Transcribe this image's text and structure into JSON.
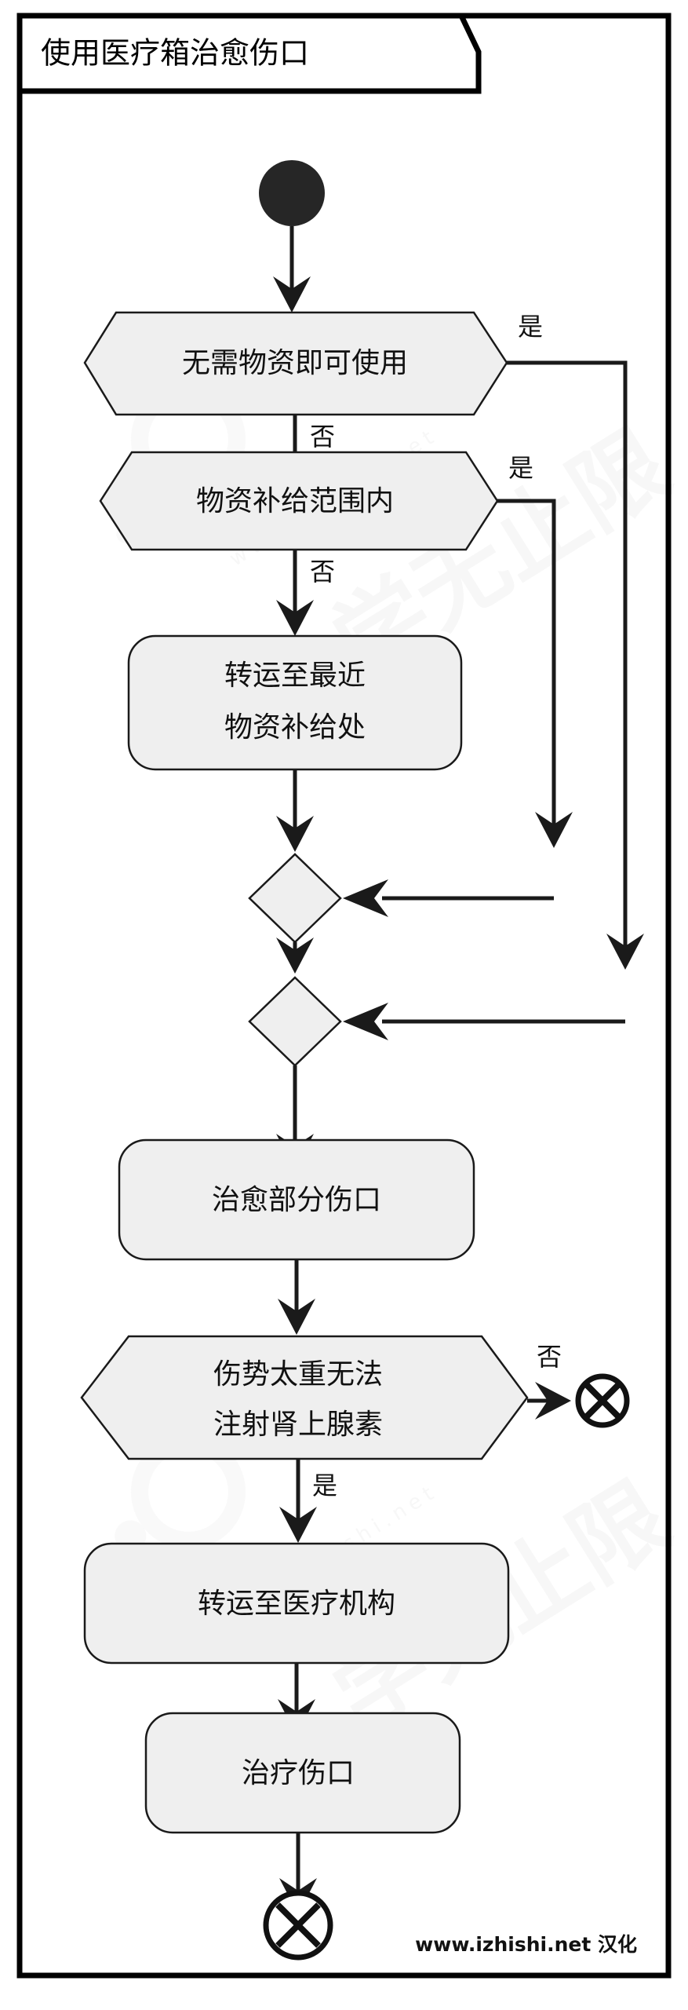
{
  "diagram": {
    "title": "使用医疗箱治愈伤口",
    "footer": "www.izhishi.net 汉化",
    "colors": {
      "shape_fill": "#efefef",
      "stroke": "#1a1a1a",
      "frame": "#000000",
      "start_dot": "#262626",
      "background": "#ffffff"
    },
    "labels": {
      "yes": "是",
      "no": "否"
    },
    "nodes": {
      "start": {
        "kind": "start-node",
        "label": ""
      },
      "d1": {
        "kind": "decision",
        "label": "无需物资即可使用"
      },
      "d2": {
        "kind": "decision",
        "label": "物资补给范围内"
      },
      "p1_line1": "转运至最近",
      "p1_line2": "物资补给处",
      "merge1": {
        "kind": "merge",
        "label": ""
      },
      "merge2": {
        "kind": "merge",
        "label": ""
      },
      "p2": {
        "kind": "process",
        "label": "治愈部分伤口"
      },
      "d3_line1": "伤势太重无法",
      "d3_line2": "注射肾上腺素",
      "p3": {
        "kind": "process",
        "label": "转运至医疗机构"
      },
      "p4": {
        "kind": "process",
        "label": "治疗伤口"
      },
      "end1": {
        "kind": "end-node",
        "label": ""
      },
      "end2": {
        "kind": "end-node",
        "label": ""
      }
    },
    "edges": [
      {
        "from": "start",
        "to": "d1",
        "label": ""
      },
      {
        "from": "d1",
        "to": "merge2",
        "label": "是"
      },
      {
        "from": "d1",
        "to": "d2",
        "label": "否"
      },
      {
        "from": "d2",
        "to": "merge1",
        "label": "是"
      },
      {
        "from": "d2",
        "to": "p1",
        "label": "否"
      },
      {
        "from": "p1",
        "to": "merge1",
        "label": ""
      },
      {
        "from": "merge1",
        "to": "merge2",
        "label": ""
      },
      {
        "from": "merge2",
        "to": "p2",
        "label": ""
      },
      {
        "from": "p2",
        "to": "d3",
        "label": ""
      },
      {
        "from": "d3",
        "to": "end1",
        "label": "否"
      },
      {
        "from": "d3",
        "to": "p3",
        "label": "是"
      },
      {
        "from": "p3",
        "to": "p4",
        "label": ""
      },
      {
        "from": "p4",
        "to": "end2",
        "label": ""
      }
    ]
  }
}
